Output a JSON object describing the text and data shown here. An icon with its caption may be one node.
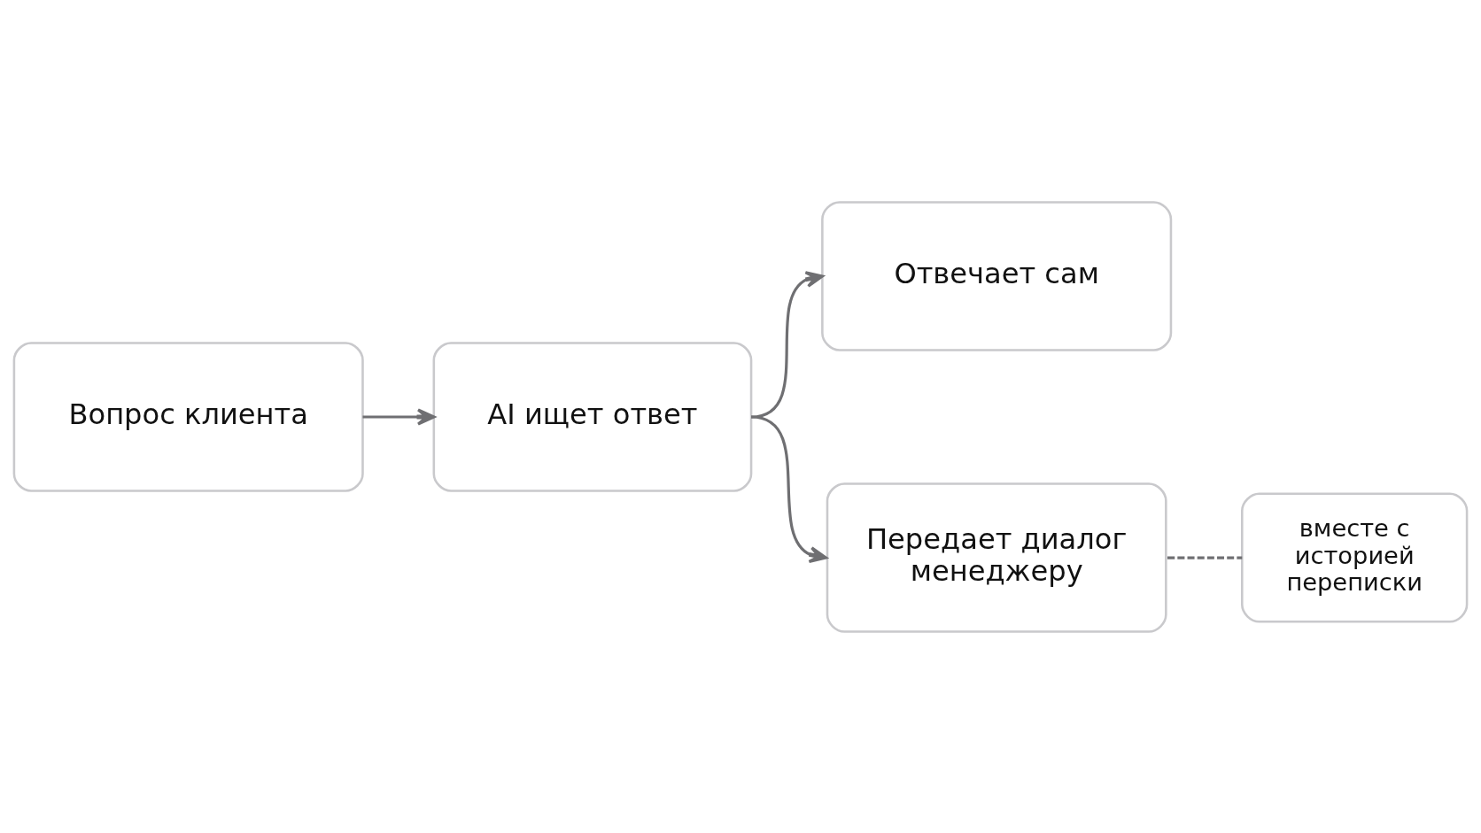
{
  "diagram": {
    "nodes": [
      {
        "text": [
          "Вопрос клиента"
        ]
      },
      {
        "text": [
          "AI ищет ответ"
        ]
      },
      {
        "text": [
          "Отвечает сам"
        ]
      },
      {
        "text": [
          "Передает диалог менеджеру"
        ]
      },
      {
        "text": [
          "вместе с историей переписки"
        ]
      }
    ],
    "edges": [
      {
        "from": 0,
        "to": 1,
        "arrow": "to"
      },
      {
        "from": 1,
        "to": 2,
        "arrow": "to"
      },
      {
        "from": 1,
        "to": 3,
        "arrow": "to"
      },
      {
        "from": 3,
        "to": 4,
        "arrow": "none",
        "style": "dashed"
      }
    ]
  }
}
